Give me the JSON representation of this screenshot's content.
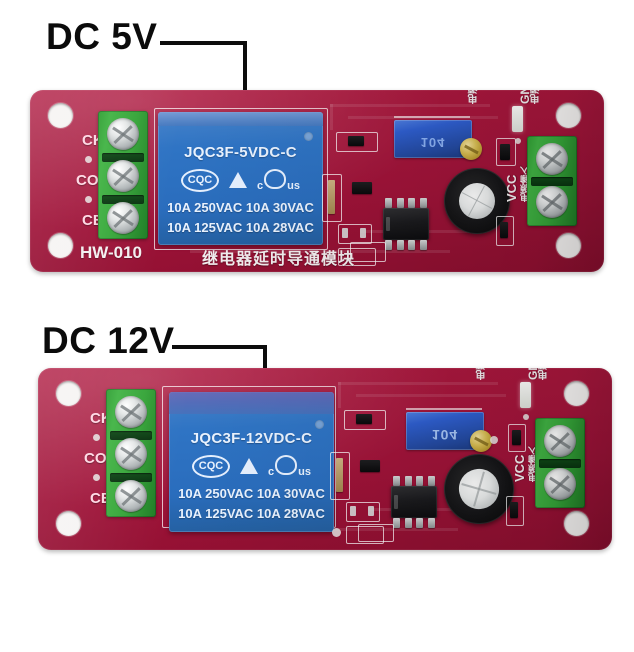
{
  "image": {
    "title": "Two relay delay module PCBs with DC voltage annotations",
    "background_color": "#ffffff",
    "pcb_color": "#a01339",
    "terminal_color": "#35a438",
    "relay_color": "#2a6dbd",
    "annotation_color": "#0d0d0d"
  },
  "annotations": [
    {
      "id": "dc5v",
      "label": "DC 5V",
      "points_to": "relay-5v"
    },
    {
      "id": "dc12v",
      "label": "DC 12V",
      "points_to": "relay-12v"
    }
  ],
  "boards": [
    {
      "id": "board-5v",
      "silkscreen": {
        "part_number": "HW-010",
        "chinese_text": "继电器延时导通模块",
        "vcc": "VCC",
        "gnd": "GND",
        "left_pins": [
          "CK",
          "COM",
          "CE"
        ],
        "vcc_cn": "电源正",
        "gnd_cn": "电源负",
        "out_cn": "电源输入"
      },
      "relay": {
        "name": "JQC3F-5VDC-C",
        "rating_line_1": "10A 250VAC  10A 30VAC",
        "rating_line_2": "10A 125VAC  10A 28VAC",
        "cert_cqc": "CQC",
        "cert_ul_c": "c",
        "cert_ul_us": "us"
      },
      "trimmer": {
        "code": "104"
      }
    },
    {
      "id": "board-12v",
      "silkscreen": {
        "part_number": "",
        "chinese_text": "",
        "vcc": "VCC",
        "gnd": "GND",
        "left_pins": [
          "CK",
          "COM",
          "CE"
        ],
        "vcc_cn": "电源正",
        "gnd_cn": "电源负",
        "out_cn": "电源输入"
      },
      "relay": {
        "name": "JQC3F-12VDC-C",
        "rating_line_1": "10A 250VAC  10A 30VAC",
        "rating_line_2": "10A 125VAC  10A 28VAC",
        "cert_cqc": "CQC",
        "cert_ul_c": "c",
        "cert_ul_us": "us"
      },
      "trimmer": {
        "code": "104"
      }
    }
  ]
}
